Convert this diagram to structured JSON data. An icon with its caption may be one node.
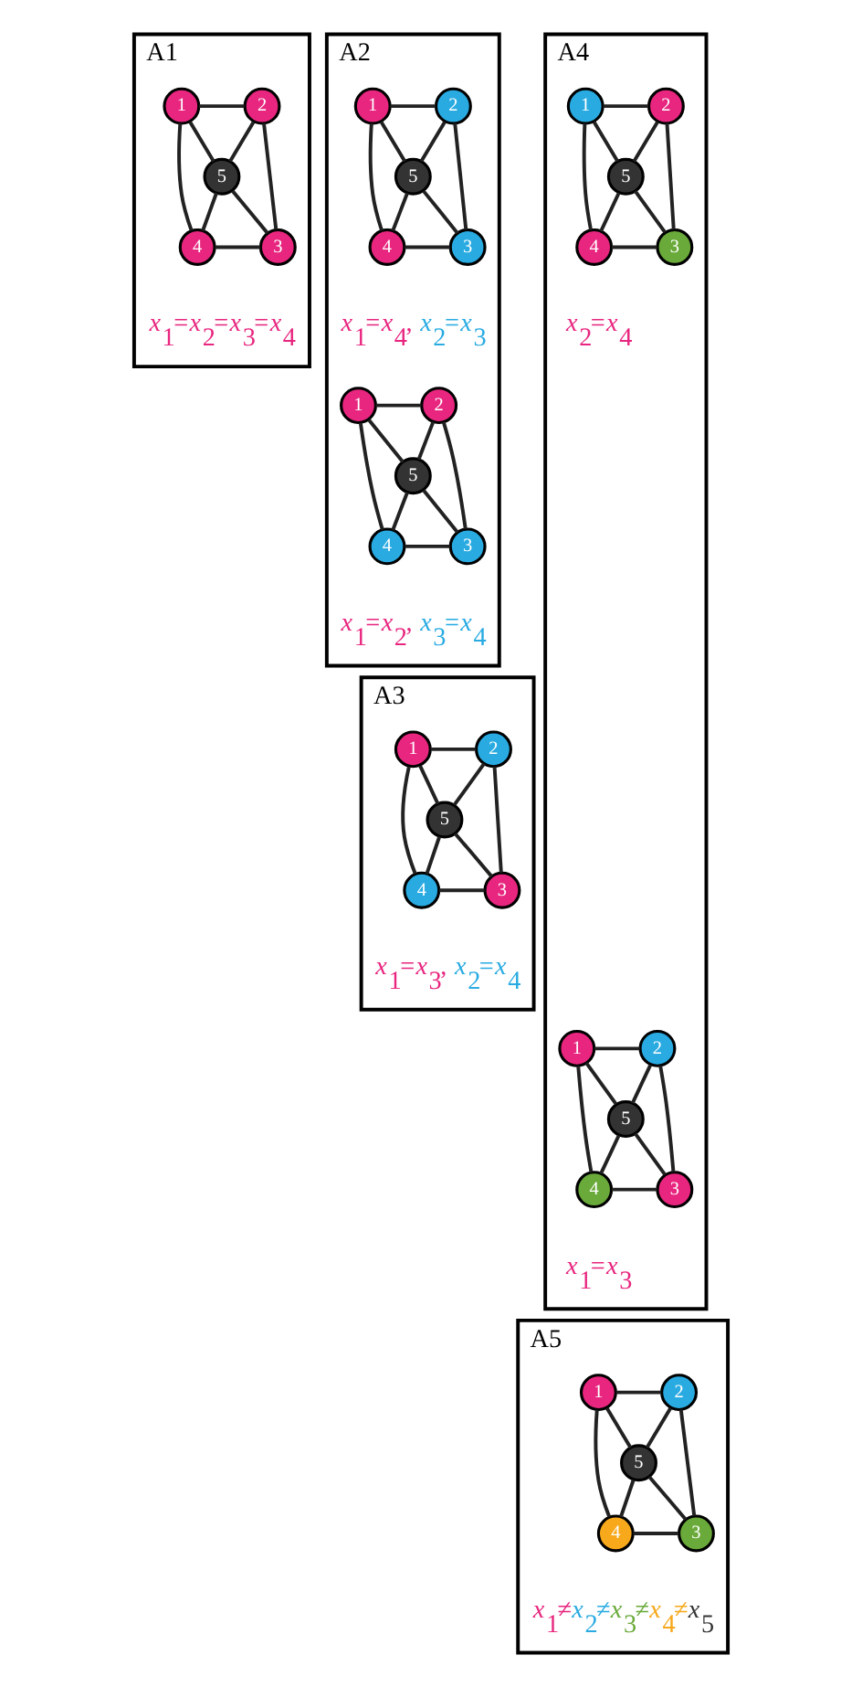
{
  "diagram": {
    "nodes": [
      {
        "text": [
          "A1"
        ]
      },
      {
        "text": [
          "1"
        ],
        "in": 0
      },
      {
        "text": [
          "2"
        ],
        "in": 0
      },
      {
        "text": [
          "5"
        ],
        "in": 0
      },
      {
        "text": [
          "4"
        ],
        "in": 0
      },
      {
        "text": [
          "3"
        ],
        "in": 0
      },
      {
        "text": [
          "A2"
        ]
      },
      {
        "text": [
          "1"
        ],
        "in": 6
      },
      {
        "text": [
          "2"
        ],
        "in": 6
      },
      {
        "text": [
          "5"
        ],
        "in": 6
      },
      {
        "text": [
          "4"
        ],
        "in": 6
      },
      {
        "text": [
          "3"
        ],
        "in": 6
      },
      {
        "text": [
          "1"
        ],
        "in": 6
      },
      {
        "text": [
          "2"
        ],
        "in": 6
      },
      {
        "text": [
          "5"
        ],
        "in": 6
      },
      {
        "text": [
          "4"
        ],
        "in": 6
      },
      {
        "text": [
          "3"
        ],
        "in": 6
      },
      {
        "text": [
          "A3"
        ]
      },
      {
        "text": [
          "1"
        ],
        "in": 17
      },
      {
        "text": [
          "2"
        ],
        "in": 17
      },
      {
        "text": [
          "5"
        ],
        "in": 17
      },
      {
        "text": [
          "4"
        ],
        "in": 17
      },
      {
        "text": [
          "3"
        ],
        "in": 17
      },
      {
        "text": [
          "A4"
        ]
      },
      {
        "text": [
          "1"
        ],
        "in": 23
      },
      {
        "text": [
          "2"
        ],
        "in": 23
      },
      {
        "text": [
          "5"
        ],
        "in": 23
      },
      {
        "text": [
          "4"
        ],
        "in": 23
      },
      {
        "text": [
          "3"
        ],
        "in": 23
      },
      {
        "text": [
          "1"
        ],
        "in": 23
      },
      {
        "text": [
          "2"
        ],
        "in": 23
      },
      {
        "text": [
          "5"
        ],
        "in": 23
      },
      {
        "text": [
          "4"
        ],
        "in": 23
      },
      {
        "text": [
          "3"
        ],
        "in": 23
      },
      {
        "text": [
          "A5"
        ]
      },
      {
        "text": [
          "1"
        ],
        "in": 34
      },
      {
        "text": [
          "2"
        ],
        "in": 34
      },
      {
        "text": [
          "5"
        ],
        "in": 34
      },
      {
        "text": [
          "4"
        ],
        "in": 34
      },
      {
        "text": [
          "3"
        ],
        "in": 34
      }
    ],
    "edges": [
      {
        "from": 1,
        "to": 2,
        "arrow": "none"
      },
      {
        "from": 1,
        "to": 4,
        "arrow": "none"
      },
      {
        "from": 2,
        "to": 5,
        "arrow": "none"
      },
      {
        "from": 4,
        "to": 5,
        "arrow": "none"
      },
      {
        "from": 1,
        "to": 3,
        "arrow": "none"
      },
      {
        "from": 2,
        "to": 3,
        "arrow": "none"
      },
      {
        "from": 3,
        "to": 5,
        "arrow": "none"
      },
      {
        "from": 3,
        "to": 4,
        "arrow": "none"
      },
      {
        "from": 7,
        "to": 8,
        "arrow": "none"
      },
      {
        "from": 7,
        "to": 10,
        "arrow": "none"
      },
      {
        "from": 8,
        "to": 11,
        "arrow": "none"
      },
      {
        "from": 10,
        "to": 11,
        "arrow": "none"
      },
      {
        "from": 7,
        "to": 9,
        "arrow": "none"
      },
      {
        "from": 8,
        "to": 9,
        "arrow": "none"
      },
      {
        "from": 9,
        "to": 11,
        "arrow": "none"
      },
      {
        "from": 9,
        "to": 10,
        "arrow": "none"
      },
      {
        "from": 12,
        "to": 13,
        "arrow": "none"
      },
      {
        "from": 12,
        "to": 15,
        "arrow": "none"
      },
      {
        "from": 13,
        "to": 16,
        "arrow": "none"
      },
      {
        "from": 15,
        "to": 16,
        "arrow": "none"
      },
      {
        "from": 12,
        "to": 14,
        "arrow": "none"
      },
      {
        "from": 13,
        "to": 14,
        "arrow": "none"
      },
      {
        "from": 14,
        "to": 16,
        "arrow": "none"
      },
      {
        "from": 14,
        "to": 15,
        "arrow": "none"
      },
      {
        "from": 18,
        "to": 19,
        "arrow": "none"
      },
      {
        "from": 18,
        "to": 21,
        "arrow": "none"
      },
      {
        "from": 19,
        "to": 22,
        "arrow": "none"
      },
      {
        "from": 21,
        "to": 22,
        "arrow": "none"
      },
      {
        "from": 18,
        "to": 20,
        "arrow": "none"
      },
      {
        "from": 19,
        "to": 20,
        "arrow": "none"
      },
      {
        "from": 20,
        "to": 22,
        "arrow": "none"
      },
      {
        "from": 20,
        "to": 21,
        "arrow": "none"
      },
      {
        "from": 24,
        "to": 25,
        "arrow": "none"
      },
      {
        "from": 24,
        "to": 27,
        "arrow": "none"
      },
      {
        "from": 25,
        "to": 28,
        "arrow": "none"
      },
      {
        "from": 27,
        "to": 28,
        "arrow": "none"
      },
      {
        "from": 24,
        "to": 26,
        "arrow": "none"
      },
      {
        "from": 25,
        "to": 26,
        "arrow": "none"
      },
      {
        "from": 26,
        "to": 28,
        "arrow": "none"
      },
      {
        "from": 26,
        "to": 27,
        "arrow": "none"
      },
      {
        "from": 29,
        "to": 30,
        "arrow": "none"
      },
      {
        "from": 29,
        "to": 32,
        "arrow": "none"
      },
      {
        "from": 30,
        "to": 33,
        "arrow": "none"
      },
      {
        "from": 32,
        "to": 33,
        "arrow": "none"
      },
      {
        "from": 29,
        "to": 31,
        "arrow": "none"
      },
      {
        "from": 30,
        "to": 31,
        "arrow": "none"
      },
      {
        "from": 31,
        "to": 33,
        "arrow": "none"
      },
      {
        "from": 31,
        "to": 32,
        "arrow": "none"
      },
      {
        "from": 35,
        "to": 36,
        "arrow": "none"
      },
      {
        "from": 35,
        "to": 38,
        "arrow": "none"
      },
      {
        "from": 36,
        "to": 39,
        "arrow": "none"
      },
      {
        "from": 38,
        "to": 39,
        "arrow": "none"
      },
      {
        "from": 35,
        "to": 37,
        "arrow": "none"
      },
      {
        "from": 36,
        "to": 37,
        "arrow": "none"
      },
      {
        "from": 37,
        "to": 39,
        "arrow": "none"
      },
      {
        "from": 37,
        "to": 38,
        "arrow": "none"
      }
    ],
    "labels": [
      "x$_{1}$=x$_{2}$=x$_{3}$=x$_{4}$",
      "x$_{1}$=x$_{2}$, x$_{3}$=x$_{4}$",
      "x$_{1}$=x$_{4}$, x$_{2}$=x$_{3}$",
      "x$_{1}$=x$_{3}$, x$_{2}$=x$_{4}$",
      "x$_{1}$=x$_{3}$",
      "x$_{2}$=x$_{4}$",
      "x$_{1}$≠x$_{2}$≠x$_{3}$≠x$_{4}$≠x$_{5}$"
    ]
  }
}
